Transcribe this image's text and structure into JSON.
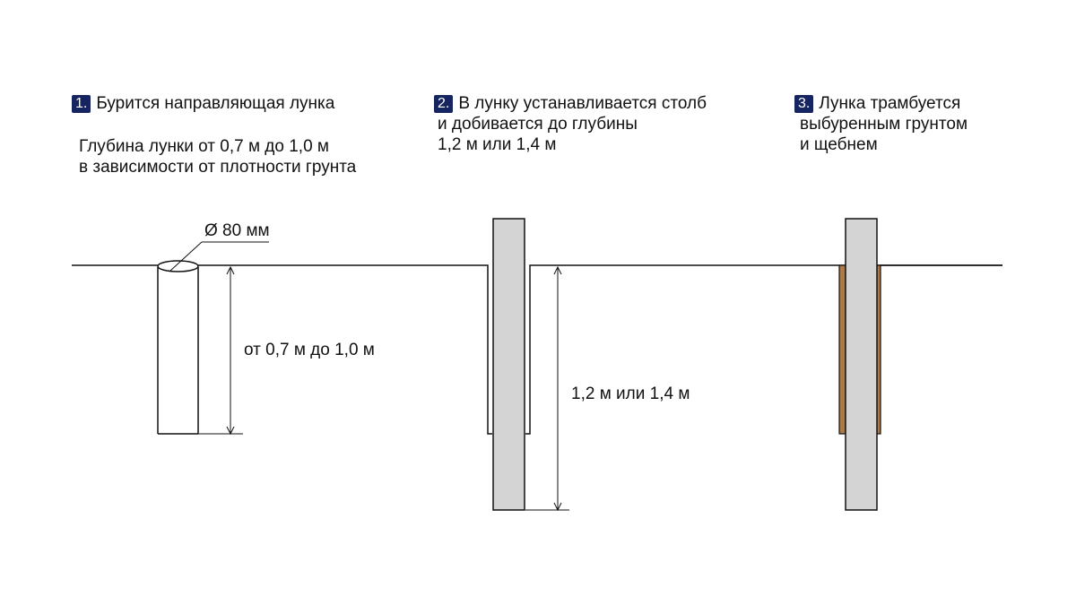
{
  "colors": {
    "badge": "#16255f",
    "post_fill": "#d4d4d4",
    "backfill": "#b07a45",
    "line": "#111111"
  },
  "step1": {
    "number": "1.",
    "title": "Бурится направляющая лунка",
    "note_line1": "Глубина лунки от 0,7 м до 1,0 м",
    "note_line2": "в зависимости от плотности грунта",
    "diameter_label": "Ø 80 мм",
    "depth_label": "от 0,7 м до 1,0 м"
  },
  "step2": {
    "number": "2.",
    "line1": "В лунку устанавливается столб",
    "line2": "и добивается до глубины",
    "line3": "1,2 м или 1,4 м",
    "depth_label": "1,2 м или 1,4 м"
  },
  "step3": {
    "number": "3.",
    "line1": "Лунка трамбуется",
    "line2": "выбуренным грунтом",
    "line3": "и щебнем"
  }
}
